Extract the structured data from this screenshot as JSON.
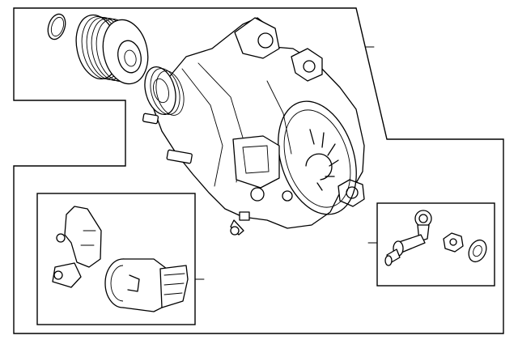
{
  "diagram": {
    "parts": [
      {
        "id": "o-ring",
        "icon": "o-ring-icon"
      },
      {
        "id": "pulley",
        "icon": "pulley-icon"
      },
      {
        "id": "alternator",
        "icon": "alternator-icon"
      },
      {
        "id": "regulator-kit",
        "icon": "regulator-icon"
      },
      {
        "id": "terminal-kit",
        "icon": "terminal-stud-icon"
      }
    ],
    "colors": {
      "line": "#000000",
      "background": "#ffffff"
    }
  }
}
